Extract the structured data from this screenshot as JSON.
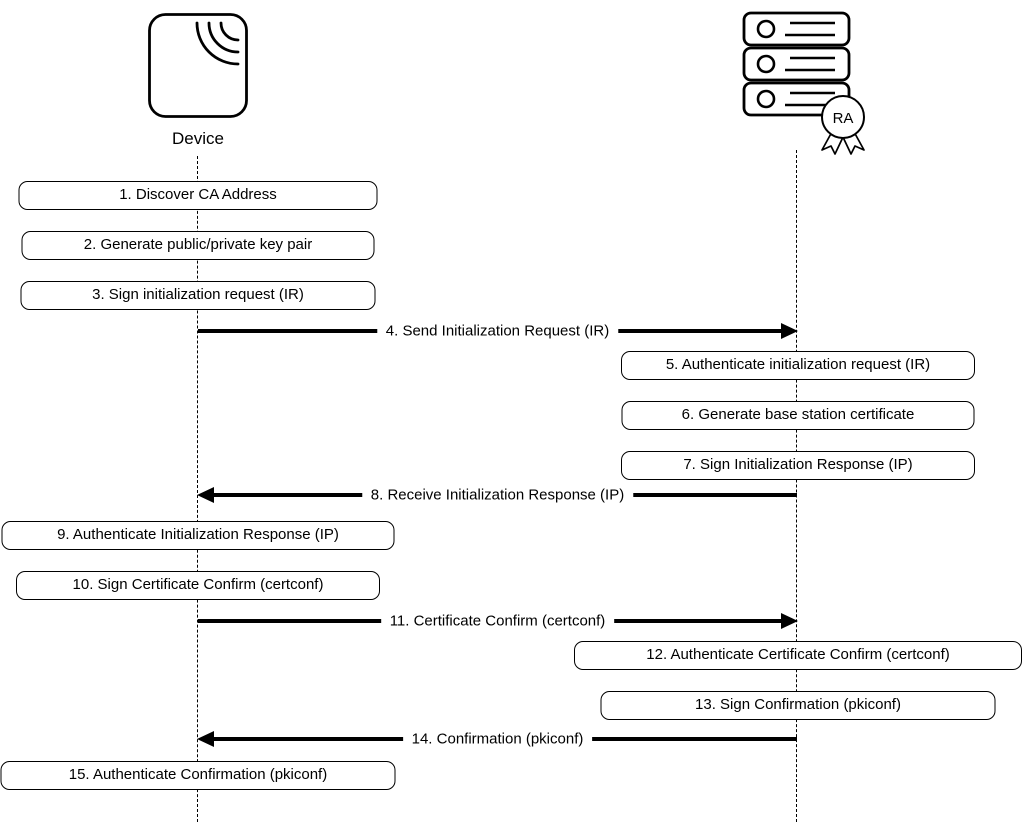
{
  "actors": {
    "device": {
      "label": "Device",
      "icon": "wireless-device-icon"
    },
    "ra": {
      "badge_label": "RA",
      "icon": "server-rack-icon"
    }
  },
  "steps": [
    {
      "n": 1,
      "type": "action",
      "actor": "device",
      "label": "1. Discover CA Address"
    },
    {
      "n": 2,
      "type": "action",
      "actor": "device",
      "label": "2. Generate public/private key pair"
    },
    {
      "n": 3,
      "type": "action",
      "actor": "device",
      "label": "3. Sign initialization request (IR)"
    },
    {
      "n": 4,
      "type": "message",
      "from": "device",
      "to": "ra",
      "label": "4. Send Initialization Request (IR)"
    },
    {
      "n": 5,
      "type": "action",
      "actor": "ra",
      "label": "5. Authenticate initialization request (IR)"
    },
    {
      "n": 6,
      "type": "action",
      "actor": "ra",
      "label": "6. Generate base station certificate"
    },
    {
      "n": 7,
      "type": "action",
      "actor": "ra",
      "label": "7. Sign Initialization Response (IP)"
    },
    {
      "n": 8,
      "type": "message",
      "from": "ra",
      "to": "device",
      "label": "8. Receive Initialization Response (IP)"
    },
    {
      "n": 9,
      "type": "action",
      "actor": "device",
      "label": "9. Authenticate Initialization Response (IP)"
    },
    {
      "n": 10,
      "type": "action",
      "actor": "device",
      "label": "10. Sign Certificate Confirm (certconf)"
    },
    {
      "n": 11,
      "type": "message",
      "from": "device",
      "to": "ra",
      "label": "11. Certificate Confirm (certconf)"
    },
    {
      "n": 12,
      "type": "action",
      "actor": "ra",
      "label": "12. Authenticate Certificate Confirm (certconf)"
    },
    {
      "n": 13,
      "type": "action",
      "actor": "ra",
      "label": "13. Sign Confirmation (pkiconf)"
    },
    {
      "n": 14,
      "type": "message",
      "from": "ra",
      "to": "device",
      "label": "14. Confirmation (pkiconf)"
    },
    {
      "n": 15,
      "type": "action",
      "actor": "device",
      "label": "15. Authenticate Confirmation (pkiconf)"
    }
  ],
  "colors": {
    "background": "#ffffff",
    "line": "#000000",
    "box_fill": "#ffffff"
  }
}
